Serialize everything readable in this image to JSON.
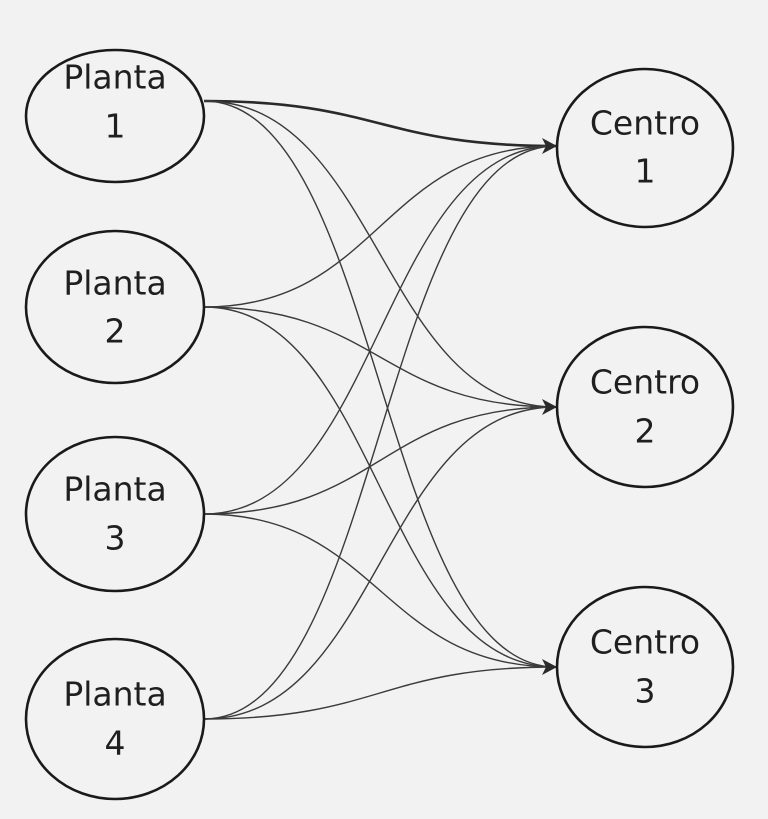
{
  "sources": [
    {
      "id": "p1",
      "line1": "Planta",
      "line2": "1"
    },
    {
      "id": "p2",
      "line1": "Planta",
      "line2": "2"
    },
    {
      "id": "p3",
      "line1": "Planta",
      "line2": "3"
    },
    {
      "id": "p4",
      "line1": "Planta",
      "line2": "4"
    }
  ],
  "targets": [
    {
      "id": "c1",
      "line1": "Centro",
      "line2": "1"
    },
    {
      "id": "c2",
      "line1": "Centro",
      "line2": "2"
    },
    {
      "id": "c3",
      "line1": "Centro",
      "line2": "3"
    }
  ],
  "edges": [
    {
      "from": "p1",
      "to": "c1"
    },
    {
      "from": "p1",
      "to": "c2"
    },
    {
      "from": "p1",
      "to": "c3"
    },
    {
      "from": "p2",
      "to": "c1"
    },
    {
      "from": "p2",
      "to": "c2"
    },
    {
      "from": "p2",
      "to": "c3"
    },
    {
      "from": "p3",
      "to": "c1"
    },
    {
      "from": "p3",
      "to": "c2"
    },
    {
      "from": "p3",
      "to": "c3"
    },
    {
      "from": "p4",
      "to": "c1"
    },
    {
      "from": "p4",
      "to": "c2"
    },
    {
      "from": "p4",
      "to": "c3"
    }
  ],
  "colors": {
    "stroke": "#1a1a1a",
    "background": "#f2f2f2",
    "text": "#1f1f1f"
  }
}
